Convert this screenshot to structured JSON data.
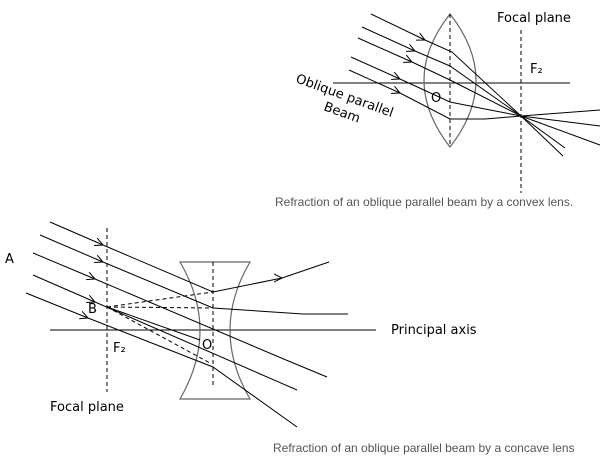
{
  "convex": {
    "focal_plane_label": "Focal plane",
    "focus_label": "F₂",
    "optical_centre_label": "O",
    "beam_label_line1": "Oblique parallel",
    "beam_label_line2": "Beam",
    "caption": "Refraction of an oblique parallel beam by a convex lens."
  },
  "concave": {
    "point_a_label": "A",
    "point_b_label": "B",
    "focus_label": "F₂",
    "optical_centre_label": "O",
    "principal_axis_label": "Principal axis",
    "focal_plane_label": "Focal plane",
    "caption": "Refraction of an oblique parallel beam by a concave lens"
  }
}
